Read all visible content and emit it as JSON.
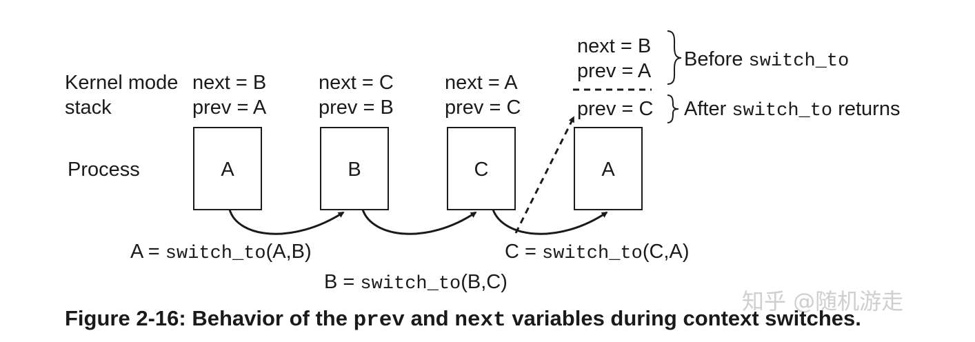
{
  "row_labels": {
    "stack_line1": "Kernel mode",
    "stack_line2": "stack",
    "process": "Process"
  },
  "columns": [
    {
      "next": "next = B",
      "prev": "prev = A",
      "process": "A"
    },
    {
      "next": "next = C",
      "prev": "prev = B",
      "process": "B"
    },
    {
      "next": "next = A",
      "prev": "prev = C",
      "process": "C"
    },
    {
      "next": "next = B",
      "prev": "prev = A",
      "prev_after": "prev = C",
      "process": "A"
    }
  ],
  "annotations": {
    "before_prefix": "Before ",
    "before_code": "switch_to",
    "after_prefix": "After ",
    "after_code": "switch_to",
    "after_suffix": " returns"
  },
  "switch_labels": [
    {
      "lhs": "A = ",
      "fn": "switch_to",
      "args": "(A,B)"
    },
    {
      "lhs": "B = ",
      "fn": "switch_to",
      "args": "(B,C)"
    },
    {
      "lhs": "C = ",
      "fn": "switch_to",
      "args": "(C,A)"
    }
  ],
  "caption": {
    "prefix": "Figure 2-16: Behavior of the ",
    "code1": "prev",
    "middle": " and ",
    "code2": "next",
    "suffix": " variables during context switches."
  },
  "watermark": "知乎 @随机游走"
}
